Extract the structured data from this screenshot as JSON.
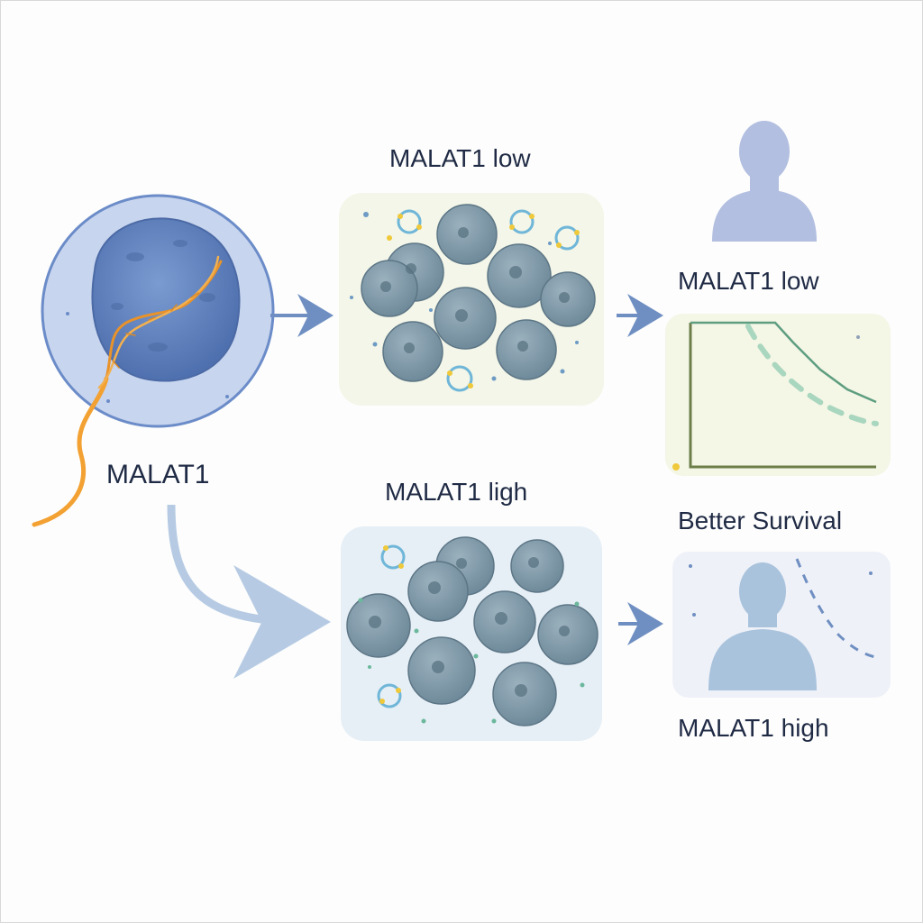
{
  "labels": {
    "gene": "MALAT1",
    "low_group_top": "MALAT1 low",
    "high_group_mid": "MALAT1 ligh",
    "low_outcome": "MALAT1 low",
    "survival": "Better Survival",
    "high_outcome": "MALAT1 high"
  },
  "colors": {
    "cell_outer": "#c3d1ec",
    "nucleus": "#5f82c0",
    "rna": "#f2a132",
    "tumor_cell": "#7d98a8",
    "immune_ring": "#6fb6d8",
    "arrow": "#6f8fc2",
    "arrow_light": "#b6cbe3",
    "person": "#b2bfe0",
    "curve_solid": "#5e9e80",
    "curve_dashed": "#a9d6be"
  },
  "icons": [
    "cell-icon",
    "rna-strand-icon",
    "tumor-cells-icon",
    "person-icon",
    "survival-curve-icon",
    "arrow-icon"
  ]
}
